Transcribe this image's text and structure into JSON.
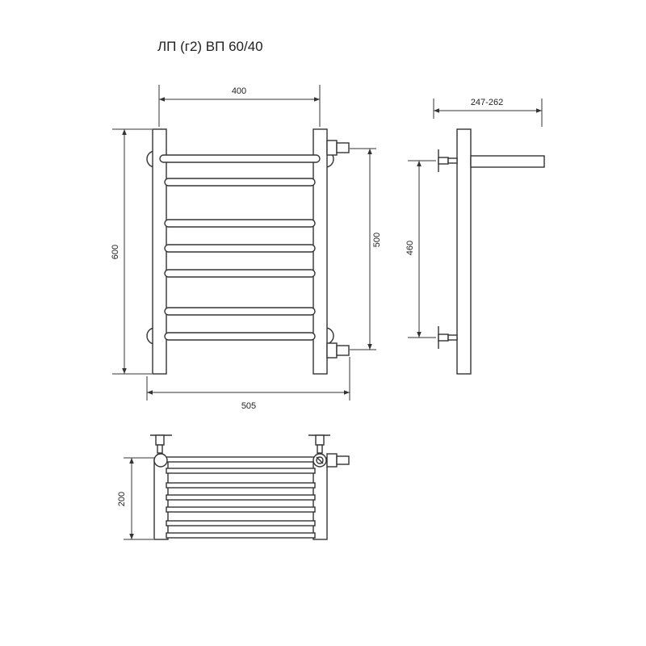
{
  "title": "ЛП (г2) ВП 60/40",
  "dimensions": {
    "top_width": "400",
    "overall_width": "505",
    "height": "600",
    "connection_spacing": "500",
    "side_mount_spacing": "460",
    "side_depth": "247-262",
    "top_view_depth": "200"
  },
  "colors": {
    "line": "#333333",
    "background": "#ffffff"
  }
}
